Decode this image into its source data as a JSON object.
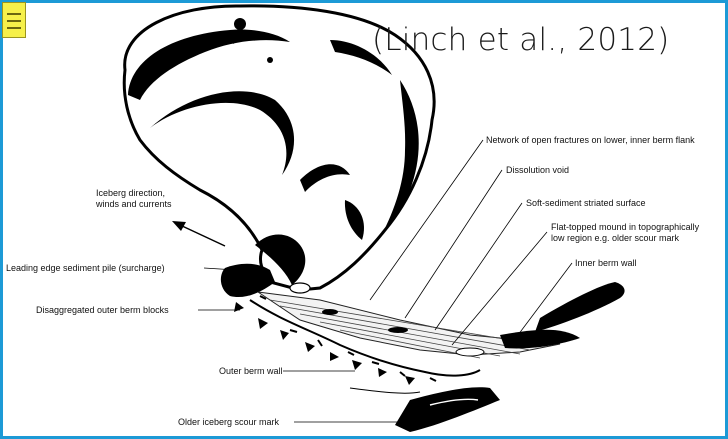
{
  "citation": "(Linch et al., 2012)",
  "labels": {
    "network_fractures": "Network of open fractures on lower, inner berm flank",
    "dissolution_void": "Dissolution void",
    "soft_sediment": "Soft-sediment striated surface",
    "flat_topped_1": "Flat-topped mound in topographically",
    "flat_topped_2": "low region e.g. older scour mark",
    "inner_berm": "Inner berm wall",
    "iceberg_dir_1": "Iceberg direction,",
    "iceberg_dir_2": "winds and currents",
    "leading_edge": "Leading edge sediment pile (surcharge)",
    "disaggregated": "Disaggregated outer berm blocks",
    "outer_berm": "Outer berm wall",
    "older_scour": "Older iceberg scour mark"
  },
  "icons": {
    "menu": "menu-icon"
  },
  "colors": {
    "frame": "#1c9ad6",
    "menu": "#f6f04a"
  }
}
